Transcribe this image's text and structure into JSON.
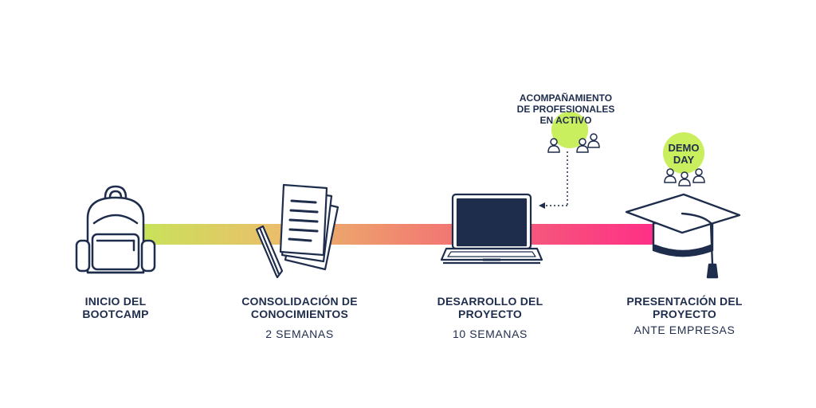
{
  "colors": {
    "navy": "#1f2d4d",
    "lime": "#c9ee5e",
    "band_start": "#c9e25a",
    "band_end": "#ff2f86"
  },
  "stages": [
    {
      "title_lines": [
        "INICIO DEL",
        "BOOTCAMP"
      ],
      "subtitle": "",
      "icon": "backpack-icon"
    },
    {
      "title_lines": [
        "CONSOLIDACIÓN DE",
        "CONOCIMIENTOS"
      ],
      "subtitle": "2 SEMANAS",
      "icon": "documents-pencil-icon"
    },
    {
      "title_lines": [
        "DESARROLLO DEL",
        "PROYECTO"
      ],
      "subtitle": "10 SEMANAS",
      "icon": "laptop-icon"
    },
    {
      "title_lines": [
        "PRESENTACIÓN DEL",
        "PROYECTO"
      ],
      "subtitle": "ANTE EMPRESAS",
      "icon": "graduation-cap-icon"
    }
  ],
  "callouts": {
    "mentoring": {
      "lines": [
        "ACOMPAÑAMIENTO",
        "DE PROFESIONALES",
        "EN ACTIVO"
      ],
      "icon": "people-icon"
    },
    "demo_day": {
      "lines": [
        "DEMO",
        "DAY"
      ],
      "icon": "people-icon"
    }
  }
}
